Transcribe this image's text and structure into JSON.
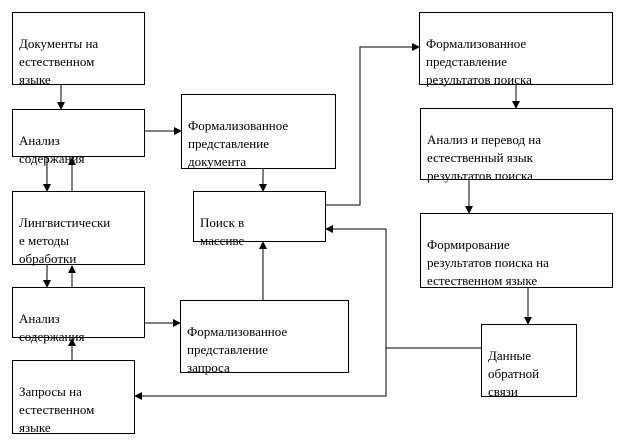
{
  "diagram": {
    "line_color": "#000000",
    "nodes": {
      "docs_natural": "Документы на\nестественном\nязыке",
      "analysis_top": "Анализ\nсодержания",
      "linguistic": "Лингвистически\nе методы\nобработки",
      "analysis_bottom": "Анализ\nсодержания",
      "queries_natural": "Запросы на\nестественном\nязыке",
      "formal_doc": "Формализованное\nпредставление\nдокумента",
      "search": "Поиск в\nмассиве",
      "formal_query": "Формализованное\nпредставление\nзапроса",
      "formal_results": "Формализованное\nпредставление\nрезультатов поиска",
      "analysis_translate": "Анализ и перевод на\nестественный язык\nрезультатов поиска",
      "forming_results": "Формирование\nрезультатов поиска на\nестественном языке",
      "feedback": "Данные\nобратной\nсвязи"
    }
  }
}
